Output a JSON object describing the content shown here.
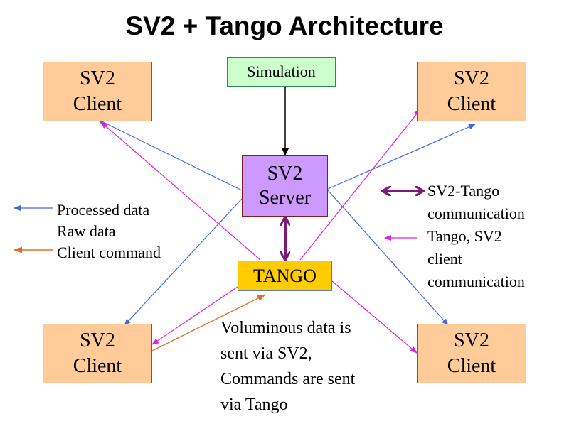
{
  "title": "SV2 + Tango Architecture",
  "nodes": {
    "client_tl": "SV2 Client",
    "client_tr": "SV2 Client",
    "client_bl": "SV2 Client",
    "client_br": "SV2 Client",
    "simulation": "Simulation",
    "server_line1": "SV2",
    "server_line2": "Server",
    "tango": "TANGO"
  },
  "legend_left": {
    "processed": "Processed data",
    "raw": "Raw data",
    "command": "Client command"
  },
  "legend_right": {
    "sv2_tango_line1": "SV2-Tango",
    "sv2_tango_line2": "communication",
    "tango_sv2_line1": "Tango, SV2",
    "tango_sv2_line2": "client",
    "tango_sv2_line3": "communication"
  },
  "note": {
    "line1": "Voluminous data is",
    "line2": "sent via SV2,",
    "line3": "Commands are sent",
    "line4": "via Tango"
  },
  "colors": {
    "processed": "#4169e1",
    "command": "#e07020",
    "tango_client": "#e020e0",
    "sv2_tango": "#7a1a7a",
    "flow": "#000000"
  }
}
